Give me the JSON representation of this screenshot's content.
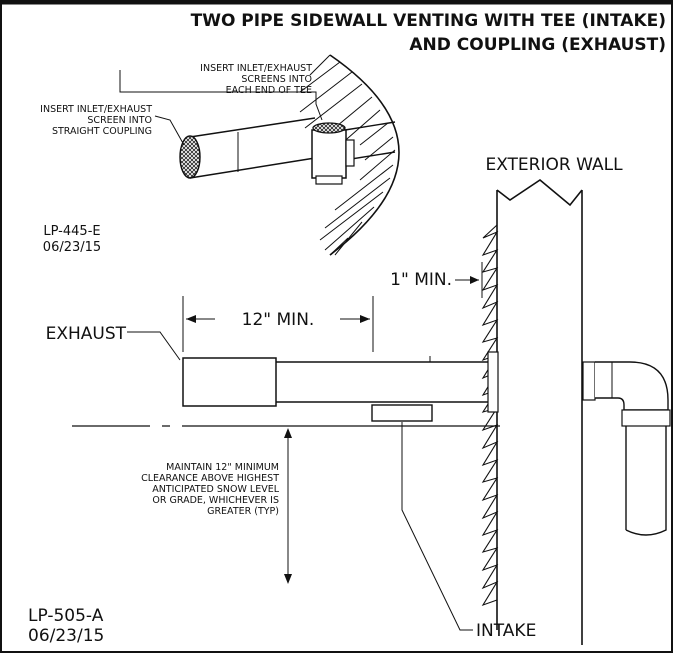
{
  "title": {
    "line1": "TWO PIPE SIDEWALL VENTING WITH TEE (INTAKE)",
    "line2": "AND COUPLING (EXHAUST)"
  },
  "detail": {
    "tee_note": [
      "INSERT INLET/EXHAUST",
      "SCREENS INTO",
      "EACH END OF TEE"
    ],
    "coupling_note": [
      "INSERT INLET/EXHAUST",
      "SCREEN INTO",
      "STRAIGHT COUPLING"
    ],
    "code": "LP-445-E",
    "date": "06/23/15"
  },
  "main": {
    "exterior_wall": "EXTERIOR WALL",
    "wall_min": "1\" MIN.",
    "exhaust_label": "EXHAUST",
    "exhaust_min": "12\" MIN.",
    "clearance_note": [
      "MAINTAIN 12\" MINIMUM",
      "CLEARANCE ABOVE HIGHEST",
      "ANTICIPATED SNOW LEVEL",
      "OR GRADE, WHICHEVER IS",
      "GREATER (TYP)"
    ],
    "intake_label": "INTAKE",
    "code": "LP-505-A",
    "date": "06/23/15"
  },
  "colors": {
    "line": "#111111",
    "background": "#ffffff"
  }
}
